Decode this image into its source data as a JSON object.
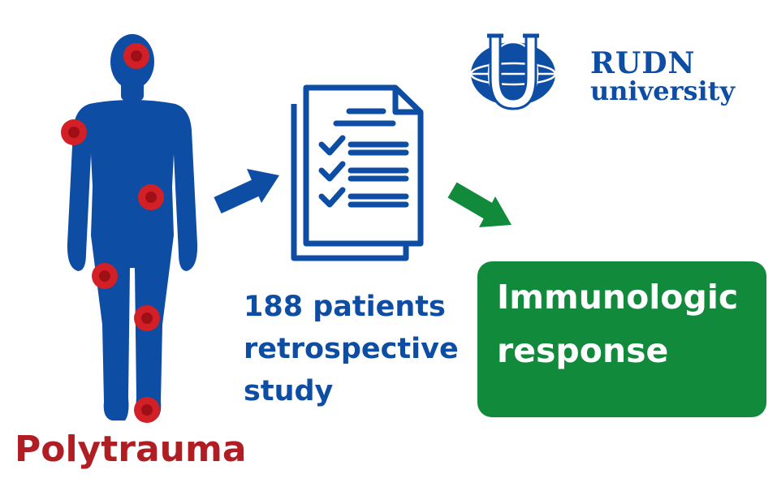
{
  "colors": {
    "blue": "#0E4DA4",
    "green": "#118A3C",
    "red": "#B01E23",
    "injury": "#D32027"
  },
  "logo": {
    "line1": "RUDN",
    "line2": "university",
    "icon": "rudn-globe-logo-icon"
  },
  "body_figure": {
    "icon": "human-body-icon",
    "injury_marker_count": 6
  },
  "document": {
    "icon": "checklist-document-icon",
    "checked_items": 3
  },
  "study": {
    "lines": [
      "188 patients",
      "retrospective",
      "study"
    ]
  },
  "result": {
    "lines": [
      "Immunologic",
      "response"
    ]
  },
  "caption": "Polytrauma"
}
